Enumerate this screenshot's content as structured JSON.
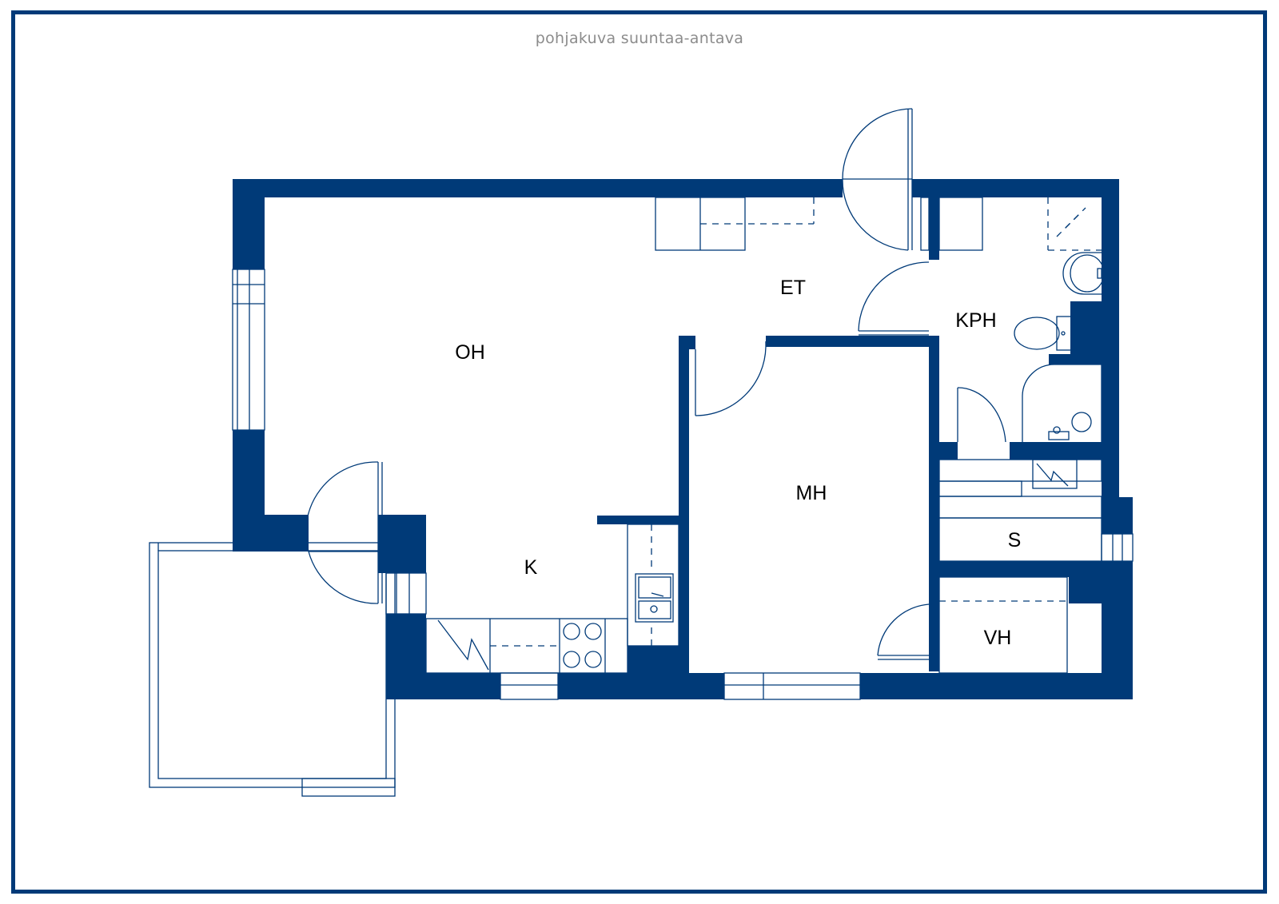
{
  "note": "pohjakuva suuntaa-antava",
  "rooms": {
    "oh": "OH",
    "et": "ET",
    "kph": "KPH",
    "mh": "MH",
    "k": "K",
    "s": "S",
    "vh": "VH"
  },
  "colors": {
    "wall": "#003a78",
    "frame": "#003a78",
    "note": "#8c8c8c",
    "label": "#000000"
  }
}
